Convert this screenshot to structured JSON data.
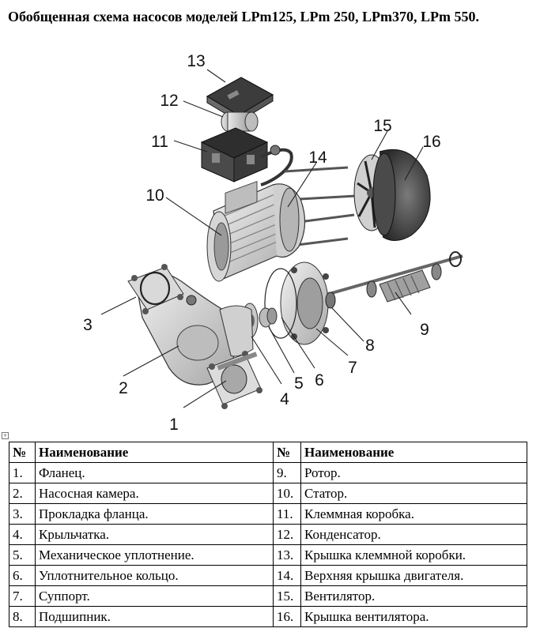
{
  "title": "Обобщенная схема насосов моделей LPm125, LPm 250, LPm370, LPm 550.",
  "figure": {
    "callouts": [
      "13",
      "12",
      "11",
      "10",
      "15",
      "16",
      "14",
      "9",
      "3",
      "2",
      "1",
      "4",
      "5",
      "6",
      "7",
      "8"
    ]
  },
  "table": {
    "headers": [
      "№",
      "Наименование",
      "№",
      "Наименование"
    ],
    "rows": [
      [
        "1.",
        "Фланец.",
        "9.",
        "Ротор."
      ],
      [
        "2.",
        "Насосная камера.",
        "10.",
        "Статор."
      ],
      [
        "3.",
        "Прокладка фланца.",
        "11.",
        "Клеммная коробка."
      ],
      [
        "4.",
        "Крыльчатка.",
        "12.",
        "Конденсатор."
      ],
      [
        "5.",
        "Механическое уплотнение.",
        "13.",
        "Крышка клеммной коробки."
      ],
      [
        "6.",
        "Уплотнительное кольцо.",
        "14.",
        "Верхняя крышка двигателя."
      ],
      [
        "7.",
        "Суппорт.",
        "15.",
        "Вентилятор."
      ],
      [
        "8.",
        "Подшипник.",
        "16.",
        "Крышка вентилятора."
      ]
    ]
  }
}
